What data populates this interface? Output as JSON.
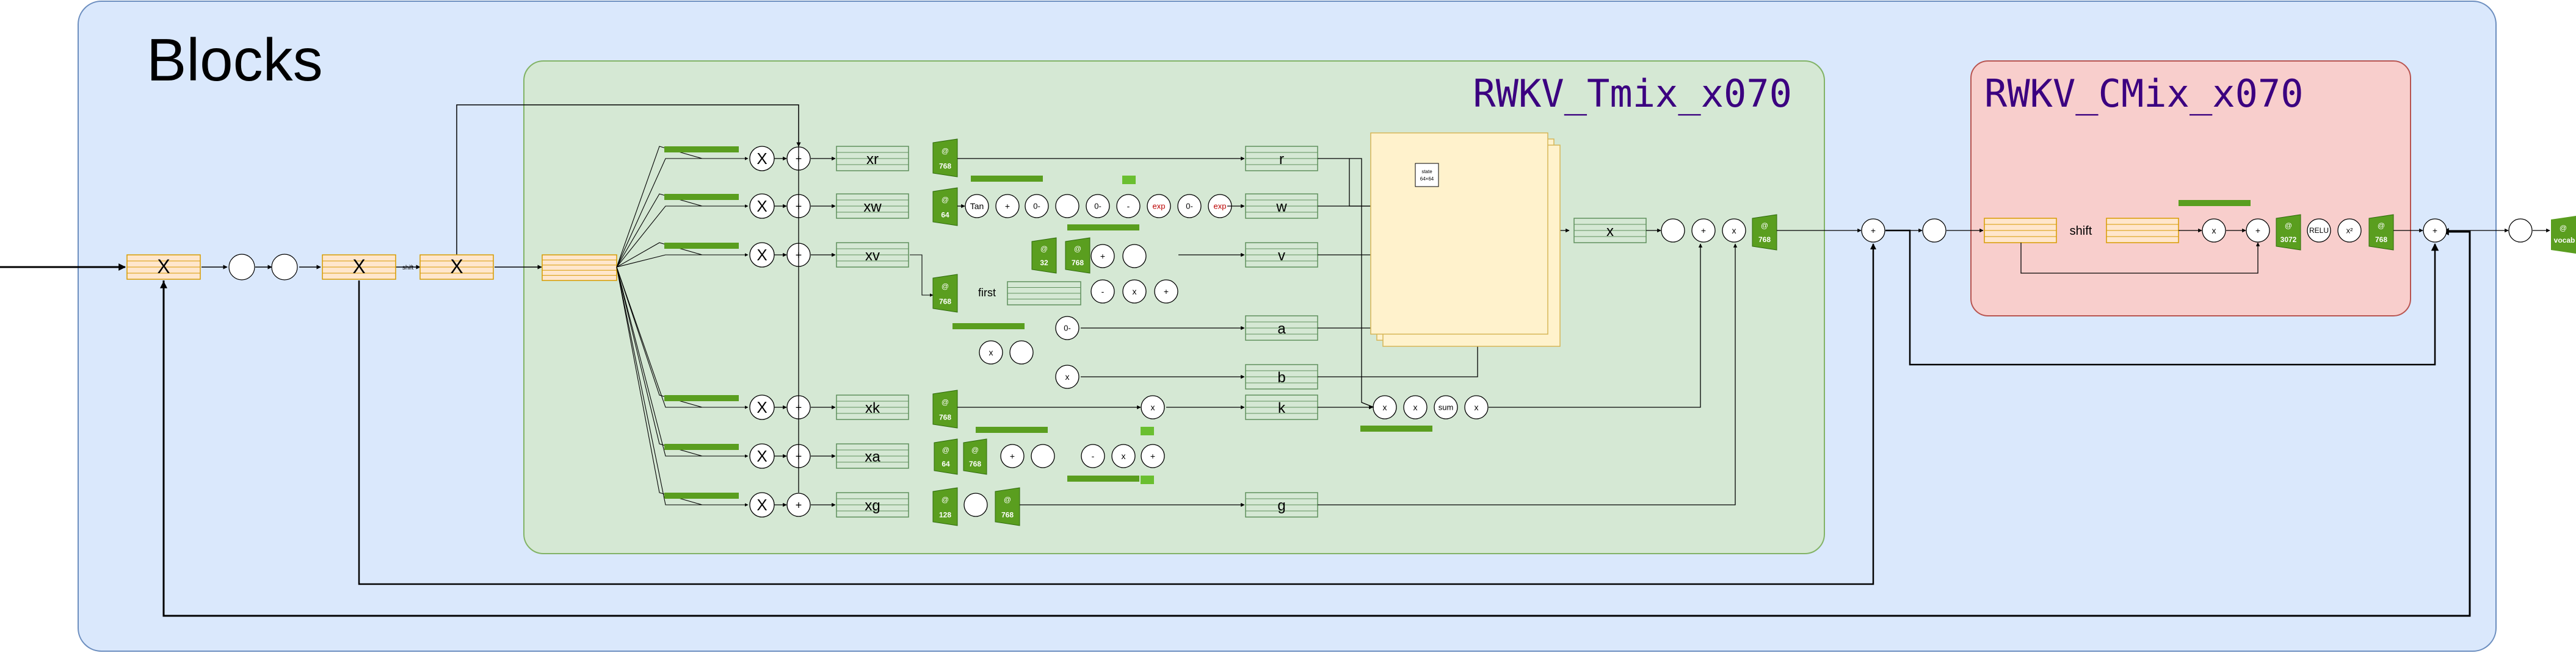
{
  "title": "Blocks",
  "tmix": {
    "title": "RWKV_Tmix_x070",
    "lerp_labels": [
      "xr",
      "xw",
      "xv",
      "xk",
      "xa",
      "xg"
    ],
    "proj_labels": [
      "r",
      "w",
      "v",
      "a",
      "b",
      "k",
      "g"
    ],
    "proj_dims": [
      "768",
      "64",
      "768",
      "64",
      "768",
      "32",
      "768",
      "768",
      "128",
      "768"
    ],
    "first_label": "first",
    "tanh_label": "Tan",
    "zero_label": "0-",
    "exp_label": "exp",
    "sum_label": "sum",
    "state_label": "state\n64×64",
    "out_label": "x"
  },
  "cmix": {
    "title": "RWKV_CMix_x070",
    "shift_label": "shift",
    "relu_label": "RELU",
    "sq_label": "x²",
    "dims": [
      "3072",
      "768"
    ]
  },
  "block_x_label": "X",
  "vocab_label": "vocab",
  "at_label": "@",
  "plus_label": "+",
  "times_label": "x",
  "big_x_label": "X",
  "colors": {
    "outer_bg": "#dae8fc",
    "outer_border": "#6c8ebf",
    "tmix_bg": "#d5e8d4",
    "tmix_border": "#82b366",
    "cmix_bg": "#f8cecc",
    "cmix_border": "#b85450",
    "orange_fill": "#ffe6cc",
    "orange_border": "#d79b00",
    "green_dark": "#5a9e1f",
    "state_fill": "#fff2cc",
    "title_purple": "#3b0080"
  }
}
